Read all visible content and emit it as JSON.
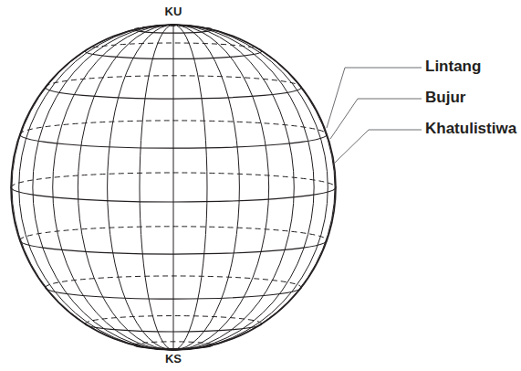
{
  "diagram": {
    "labels": [
      "KU",
      "KS",
      "Lintang",
      "Bujur",
      "Khatulistiwa"
    ]
  }
}
